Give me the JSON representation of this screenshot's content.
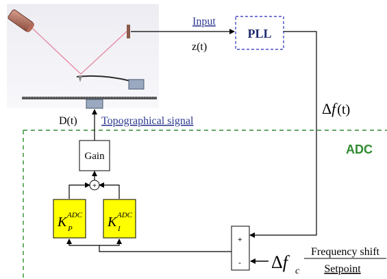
{
  "labels": {
    "input": "Input",
    "z_t": "z(t)",
    "pll": "PLL",
    "delta_f_t": {
      "delta": "Δ",
      "f": "f",
      "paren": "(t)"
    },
    "d_t": "D(t)",
    "topographical_signal": "Topographical signal",
    "adc_region": "ADC",
    "gain": "Gain",
    "sum_plus": "+",
    "kp": {
      "base": "K",
      "sup": "ADC",
      "sub": "P"
    },
    "ki": {
      "base": "K",
      "sup": "ADC",
      "sub": "I"
    },
    "comparator_plus": "+",
    "comparator_minus": "-",
    "delta_fc": {
      "delta": "Δ",
      "f": "f",
      "sub": "c"
    },
    "frequency_shift": "Frequency shift",
    "setpoint": "Setpoint"
  },
  "colors": {
    "dashed_boundary": "#2e8b2e",
    "adc_text": "#2e8b2e",
    "link_text": "#2e3a8f",
    "pll_border": "#4a4acb",
    "controller_fill": "#ffff00",
    "laser_beam": "#e88aa0"
  }
}
